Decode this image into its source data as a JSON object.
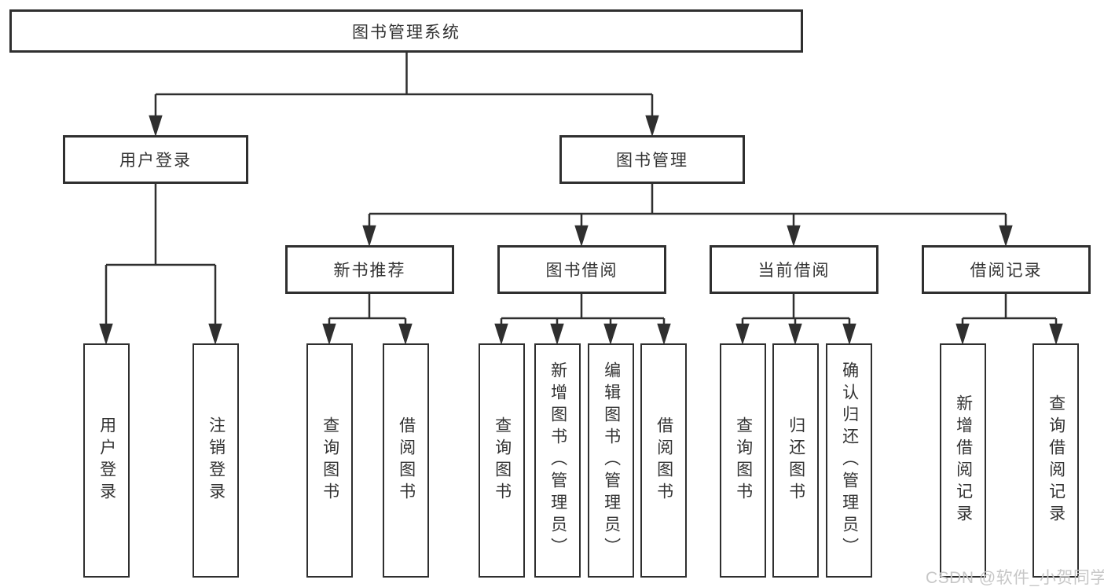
{
  "diagram": {
    "root": {
      "label": "图书管理系统"
    },
    "level2": [
      {
        "label": "用户登录"
      },
      {
        "label": "图书管理"
      }
    ],
    "level3": [
      {
        "label": "新书推荐"
      },
      {
        "label": "图书借阅"
      },
      {
        "label": "当前借阅"
      },
      {
        "label": "借阅记录"
      }
    ],
    "leaves": [
      {
        "label": "用户登录"
      },
      {
        "label": "注销登录"
      },
      {
        "label": "查询图书"
      },
      {
        "label": "借阅图书"
      },
      {
        "label": "查询图书"
      },
      {
        "label": "新增图书（管理员）"
      },
      {
        "label": "编辑图书（管理员）"
      },
      {
        "label": "借阅图书"
      },
      {
        "label": "查询图书"
      },
      {
        "label": "归还图书"
      },
      {
        "label": "确认归还（管理员）"
      },
      {
        "label": "新增借阅记录"
      },
      {
        "label": "查询借阅记录"
      }
    ]
  },
  "watermark": {
    "text": "CSDN @软件_小贺同学"
  },
  "colors": {
    "line": "#2f2f2f",
    "text": "#333333",
    "watermark": "#c7c7c7",
    "background": "#ffffff"
  }
}
